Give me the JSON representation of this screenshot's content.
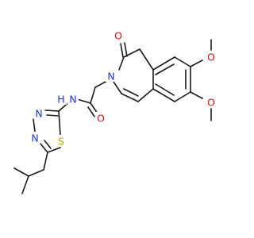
{
  "colors": {
    "bond": "#1a1a1a",
    "nitrogen": "#2233cc",
    "oxygen": "#cc1111",
    "sulfur": "#b8a300",
    "background": "#ffffff"
  },
  "atoms": {
    "amide_n": {
      "label": "N",
      "element": "N"
    },
    "amide_h": {
      "label": "H",
      "element": "H"
    },
    "amide_o": {
      "label": "O",
      "element": "O"
    },
    "ring_o": {
      "label": "O",
      "element": "O"
    },
    "azepine_n": {
      "label": "N",
      "element": "N"
    },
    "methoxy_o_top": {
      "label": "O",
      "element": "O"
    },
    "methoxy_o_bottom": {
      "label": "O",
      "element": "O"
    },
    "thiadiazole_n1": {
      "label": "N",
      "element": "N"
    },
    "thiadiazole_n2": {
      "label": "N",
      "element": "N"
    },
    "thiadiazole_s": {
      "label": "S",
      "element": "S"
    }
  }
}
